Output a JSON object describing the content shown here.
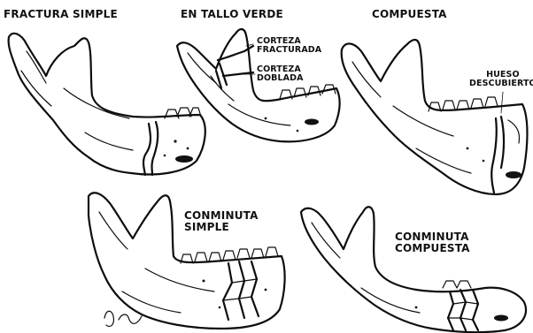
{
  "panels": {
    "simple": {
      "title": "FRACTURA SIMPLE"
    },
    "greenstick": {
      "title": "EN TALLO VERDE",
      "annot_cortex_fractured_1": "CORTEZA",
      "annot_cortex_fractured_2": "FRACTURADA",
      "annot_cortex_bent_1": "CORTEZA",
      "annot_cortex_bent_2": "DOBLADA"
    },
    "compound": {
      "title": "COMPUESTA",
      "annot_bone_1": "HUESO",
      "annot_bone_2": "DESCUBIERTO"
    },
    "comminuted_simple": {
      "title_1": "CONMINUTA",
      "title_2": "SIMPLE"
    },
    "comminuted_compound": {
      "title_1": "CONMINUTA",
      "title_2": "COMPUESTA"
    }
  },
  "colors": {
    "ink": "#0d0d0d",
    "background": "#ffffff"
  }
}
